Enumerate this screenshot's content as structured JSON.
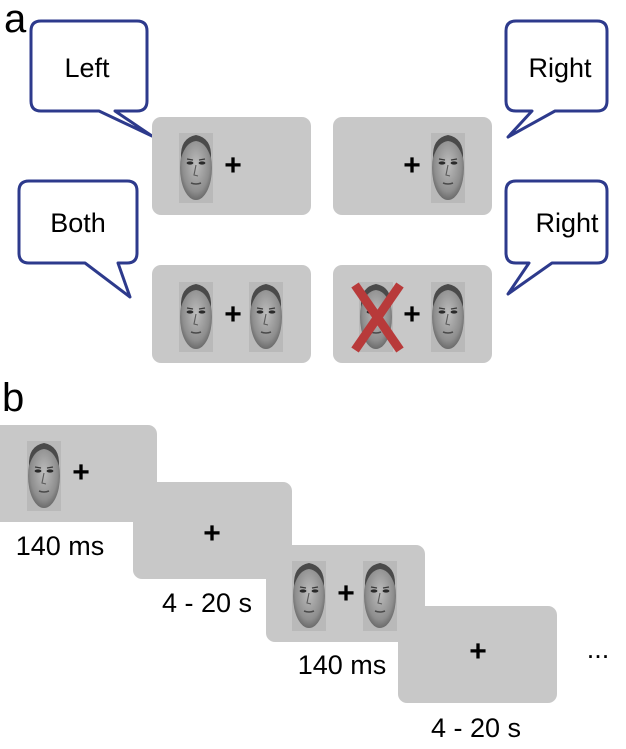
{
  "panels": {
    "a": {
      "letter": "a"
    },
    "b": {
      "letter": "b"
    }
  },
  "panel_a": {
    "bubbles": [
      {
        "id": "left",
        "text": "Left"
      },
      {
        "id": "right-top",
        "text": "Right"
      },
      {
        "id": "both",
        "text": "Both"
      },
      {
        "id": "right-bottom",
        "text": "Right"
      }
    ],
    "fixation": "+"
  },
  "panel_b": {
    "durations": [
      {
        "id": "d1",
        "text": "140 ms"
      },
      {
        "id": "d2",
        "text": "4 - 20 s"
      },
      {
        "id": "d3",
        "text": "140 ms"
      },
      {
        "id": "d4",
        "text": "4 - 20 s"
      }
    ],
    "ellipsis": "...",
    "fixation": "+"
  },
  "colors": {
    "screen": "#c8c8c8",
    "bubble_outline": "#2d3a8c",
    "cross": "#b83a3a",
    "face_bg": "#b9b9b9"
  },
  "icons": [
    "face-icon",
    "red-x-icon",
    "speech-bubble-icon"
  ]
}
